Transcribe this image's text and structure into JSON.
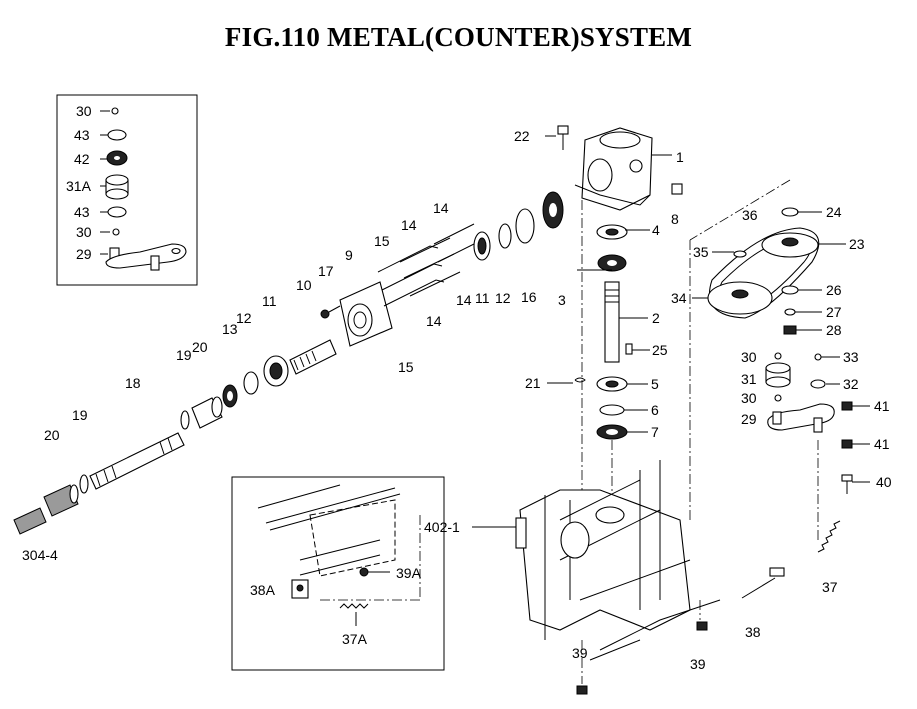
{
  "title": "FIG.110  METAL(COUNTER)SYSTEM",
  "callouts": {
    "c1": "1",
    "c2": "2",
    "c3": "3",
    "c4": "4",
    "c5": "5",
    "c6": "6",
    "c7": "7",
    "c8": "8",
    "c9": "9",
    "c10": "10",
    "c11a": "11",
    "c11b": "11",
    "c12a": "12",
    "c12b": "12",
    "c13": "13",
    "c14a": "14",
    "c14b": "14",
    "c14c": "14",
    "c14d": "14",
    "c15a": "15",
    "c15b": "15",
    "c16": "16",
    "c17": "17",
    "c18": "18",
    "c19a": "19",
    "c19b": "19",
    "c20a": "20",
    "c20b": "20",
    "c21": "21",
    "c22": "22",
    "c23": "23",
    "c24": "24",
    "c25": "25",
    "c26": "26",
    "c27": "27",
    "c28": "28",
    "c29": "29",
    "c30a": "30",
    "c30b": "30",
    "c31": "31",
    "c32": "32",
    "c33": "33",
    "c34": "34",
    "c35": "35",
    "c36": "36",
    "c37": "37",
    "c38": "38",
    "c39a": "39",
    "c39b": "39",
    "c40": "40",
    "c41a": "41",
    "c41b": "41",
    "c3044": "304-4",
    "c4021": "402-1",
    "i30a": "30",
    "i43a": "43",
    "i42": "42",
    "i31A": "31A",
    "i43b": "43",
    "i30b": "30",
    "i29": "29",
    "i38A": "38A",
    "i39A": "39A",
    "i37A": "37A"
  }
}
